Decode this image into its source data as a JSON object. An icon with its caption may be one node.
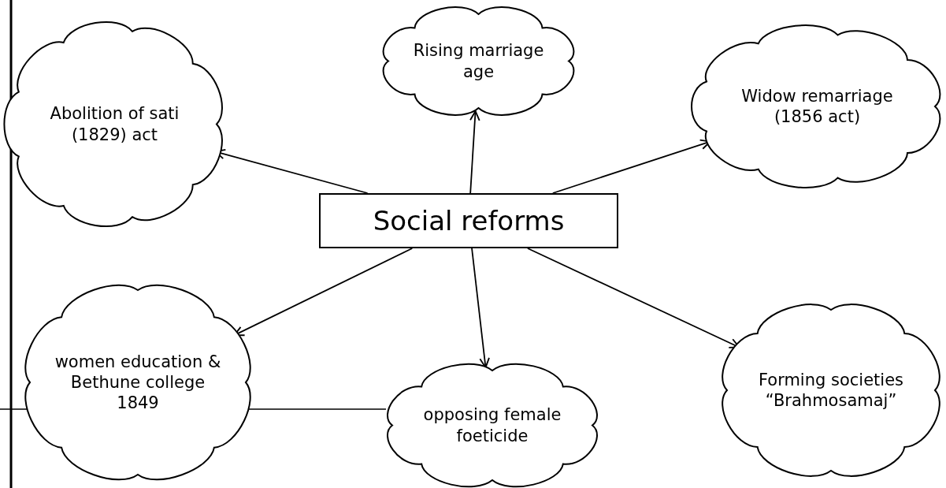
{
  "diagram": {
    "nodes": [
      {
        "text": [
          "Social reforms"
        ]
      },
      {
        "text": [
          "Abolition of sati (1829) act"
        ]
      },
      {
        "text": [
          "Rising marriage age"
        ]
      },
      {
        "text": [
          "Widow remarriage (1856 act)"
        ]
      },
      {
        "text": [
          "women education & Bethune college 1849"
        ]
      },
      {
        "text": [
          "opposing female foeticide"
        ]
      },
      {
        "text": [
          "Forming societies “Brahmosamaj”"
        ]
      }
    ],
    "edges": [
      {
        "from": 0,
        "to": 1,
        "arrow": "to"
      },
      {
        "from": 0,
        "to": 2,
        "arrow": "to"
      },
      {
        "from": 0,
        "to": 3,
        "arrow": "to"
      },
      {
        "from": 0,
        "to": 4,
        "arrow": "to"
      },
      {
        "from": 0,
        "to": 5,
        "arrow": "to"
      },
      {
        "from": 0,
        "to": 6,
        "arrow": "to"
      }
    ]
  }
}
